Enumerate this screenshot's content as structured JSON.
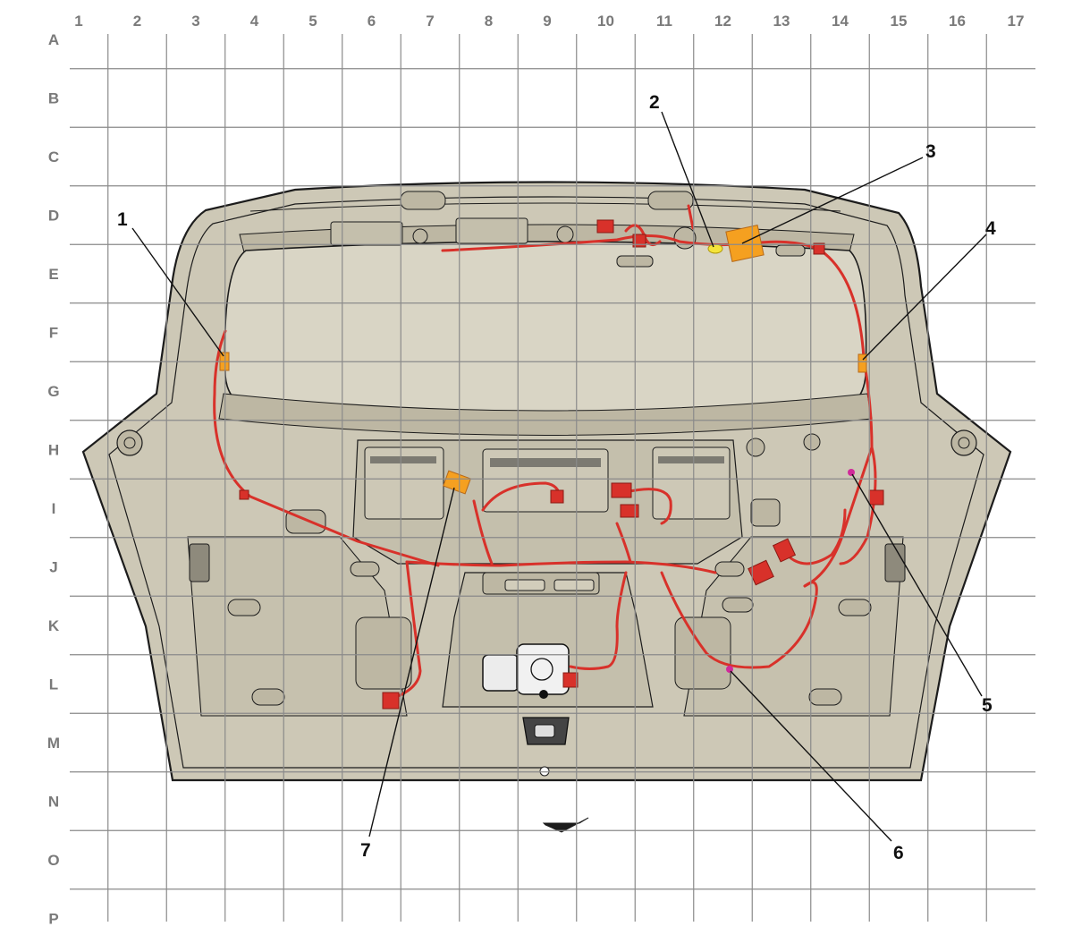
{
  "grid": {
    "columns": [
      "1",
      "2",
      "3",
      "4",
      "5",
      "6",
      "7",
      "8",
      "9",
      "10",
      "11",
      "12",
      "13",
      "14",
      "15",
      "16",
      "17"
    ],
    "rows": [
      "A",
      "B",
      "C",
      "D",
      "E",
      "F",
      "G",
      "H",
      "I",
      "J",
      "K",
      "L",
      "M",
      "N",
      "O",
      "P"
    ]
  },
  "callouts": [
    {
      "id": "1",
      "label": "1"
    },
    {
      "id": "2",
      "label": "2"
    },
    {
      "id": "3",
      "label": "3"
    },
    {
      "id": "4",
      "label": "4"
    },
    {
      "id": "5",
      "label": "5"
    },
    {
      "id": "6",
      "label": "6"
    },
    {
      "id": "7",
      "label": "7"
    }
  ],
  "colors": {
    "panel_fill": "#cdc8b6",
    "panel_stroke": "#1c1c1c",
    "harness": "#d8312a",
    "connector_orange": "#f5a020",
    "connector_yellow": "#f4e43a",
    "connector_magenta": "#d02a9a",
    "grid_line": "#8a8a8a",
    "grid_label": "#7a7a7a"
  }
}
